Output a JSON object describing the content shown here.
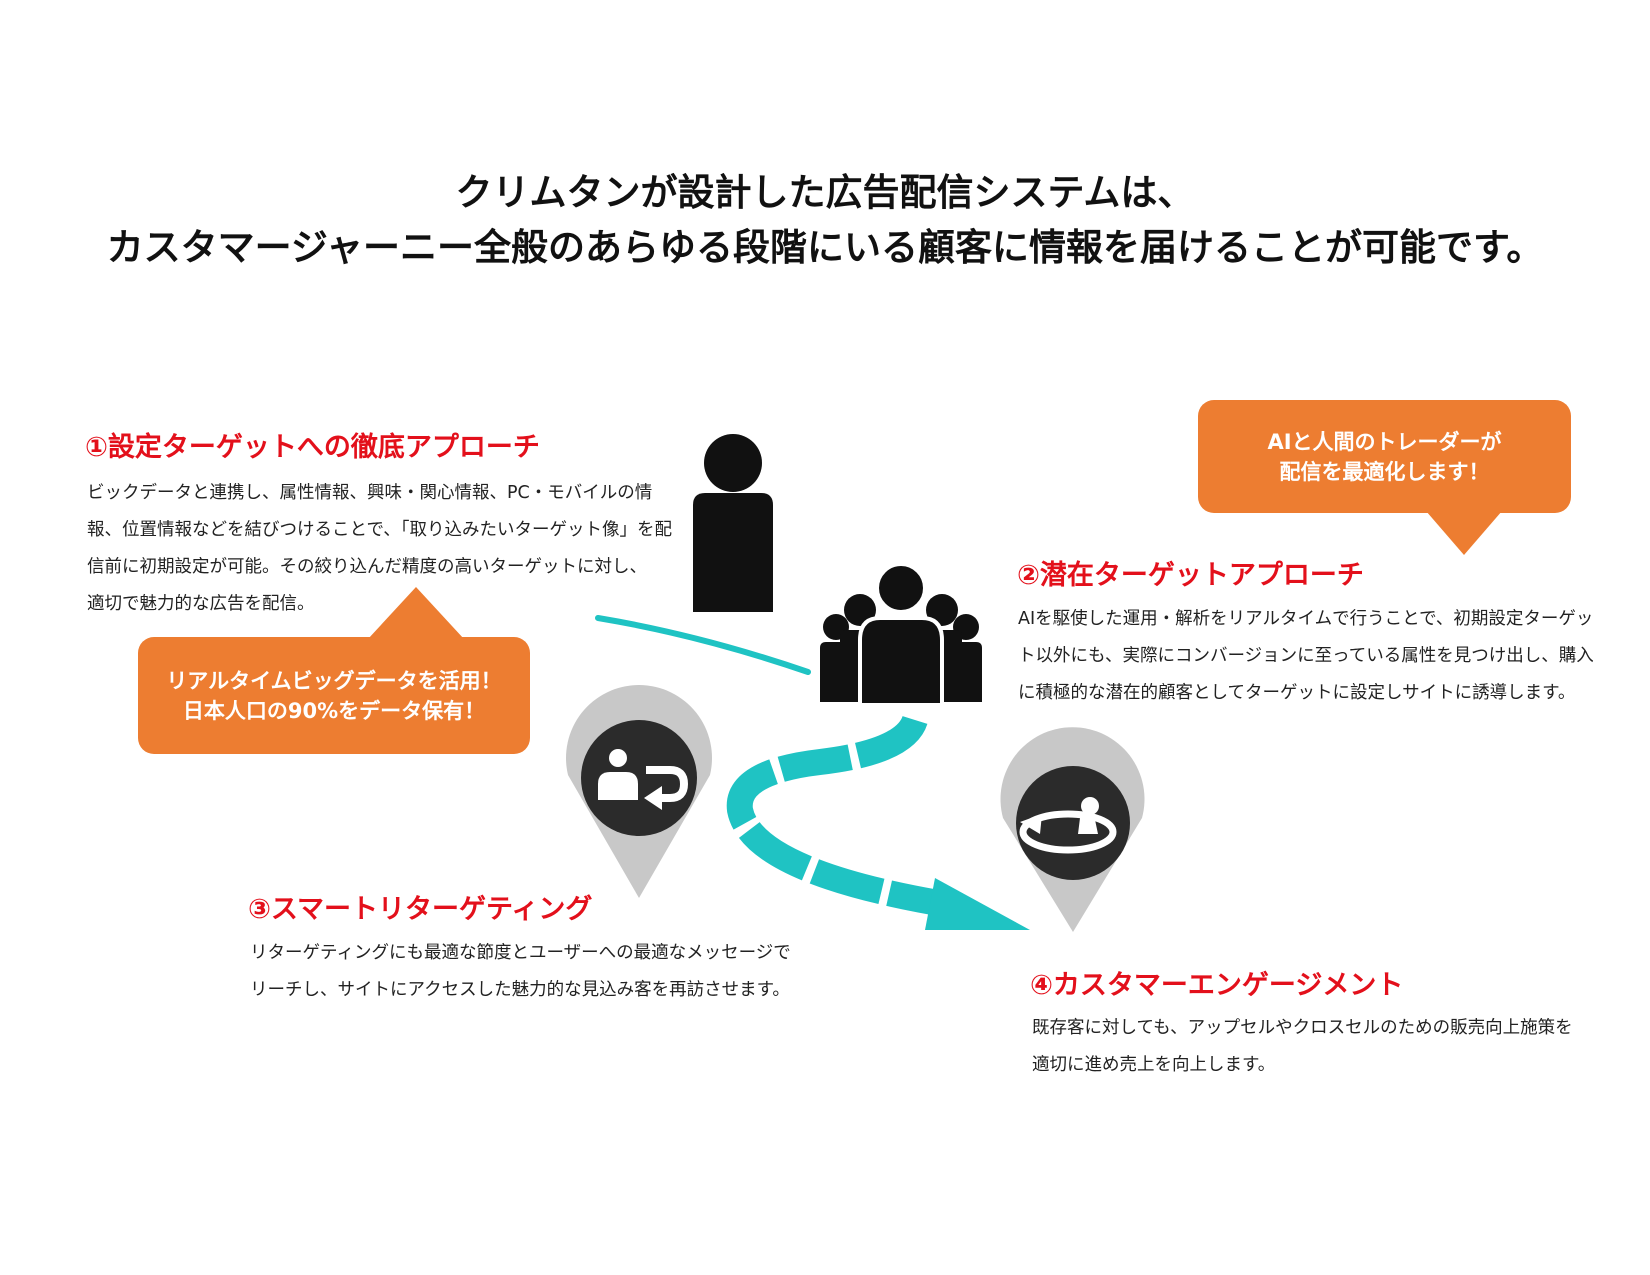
{
  "title": {
    "line1": "クリムタンが設計した広告配信システムは、",
    "line2": "カスタマージャーニー全般のあらゆる段階にいる顧客に情報を届けることが可能です。"
  },
  "steps": [
    {
      "heading": "①設定ターゲットへの徹底アプローチ",
      "lines": [
        "ビックデータと連携し、属性情報、興味・関心情報、PC・モバイルの情",
        "報、位置情報などを結びつけることで、「取り込みたいターゲット像」を配",
        "信前に初期設定が可能。その絞り込んだ精度の高いターゲットに対し、",
        "適切で魅力的な広告を配信。"
      ]
    },
    {
      "heading": "②潜在ターゲットアプローチ",
      "lines": [
        "AIを駆使した運用・解析をリアルタイムで行うことで、初期設定ターゲッ",
        "ト以外にも、実際にコンバージョンに至っている属性を見つけ出し、購入",
        "に積極的な潜在的顧客としてターゲットに設定しサイトに誘導します。"
      ]
    },
    {
      "heading": "③スマートリターゲティング",
      "lines": [
        "リターゲティングにも最適な節度とユーザーへの最適なメッセージで",
        "リーチし、サイトにアクセスした魅力的な見込み客を再訪させます。"
      ]
    },
    {
      "heading": "④カスタマーエンゲージメント",
      "lines": [
        "既存客に対しても、アップセルやクロスセルのための販売向上施策を",
        "適切に進め売上を向上します。"
      ]
    }
  ],
  "callouts": {
    "bigdata": [
      "リアルタイムビッグデータを活用！",
      "日本人口の90%をデータ保有！"
    ],
    "ai": [
      "AIと人間のトレーダーが",
      "配信を最適化します！"
    ]
  },
  "colors": {
    "accent_red": "#e3101b",
    "callout_orange": "#ed7d31",
    "path_teal": "#1fc3c3",
    "pin_gray": "#c8c8c8",
    "pin_dark": "#2b2b2b"
  },
  "icons": [
    "person-icon",
    "group-icon",
    "retarget-icon",
    "engagement-icon"
  ]
}
